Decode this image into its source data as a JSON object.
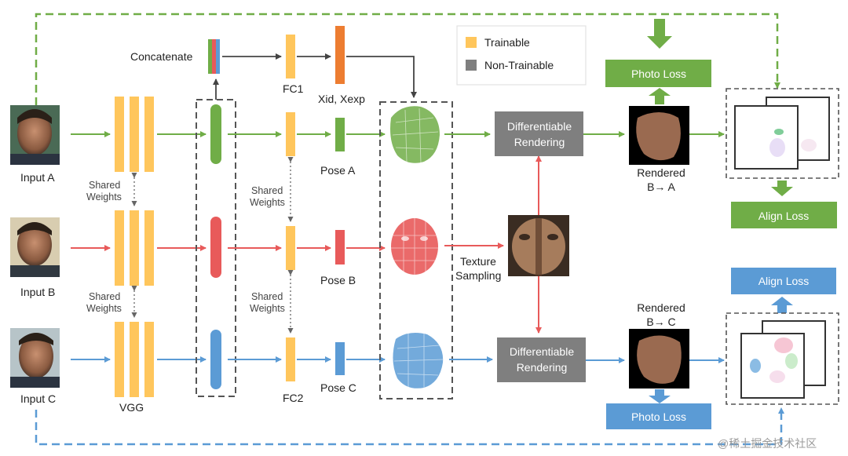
{
  "inputs": {
    "a": "Input A",
    "b": "Input B",
    "c": "Input C"
  },
  "vgg_label": "VGG",
  "shared_weights": [
    "Shared",
    "Weights"
  ],
  "concatenate_label": "Concatenate",
  "fc1_label": "FC1",
  "fc2_label": "FC2",
  "xid_label": "Xid, Xexp",
  "poses": {
    "a": "Pose A",
    "b": "Pose B",
    "c": "Pose C"
  },
  "legend": {
    "trainable": "Trainable",
    "non_trainable": "Non-Trainable"
  },
  "diff_render": [
    "Differentiable",
    "Rendering"
  ],
  "texture_sampling": [
    "Texture",
    "Sampling"
  ],
  "rendered_a": [
    "Rendered",
    "B→ A"
  ],
  "rendered_c": [
    "Rendered",
    "B→ C"
  ],
  "photo_loss": "Photo Loss",
  "align_loss": "Align Loss",
  "watermark": "@稀土掘金技术社区",
  "colors": {
    "green": "#70ad47",
    "red": "#e85a5a",
    "blue": "#5b9bd5",
    "orange": "#ed7d31",
    "trainable": "#ffc65c",
    "non_trainable": "#7f7f7f",
    "dash": "#555555"
  }
}
